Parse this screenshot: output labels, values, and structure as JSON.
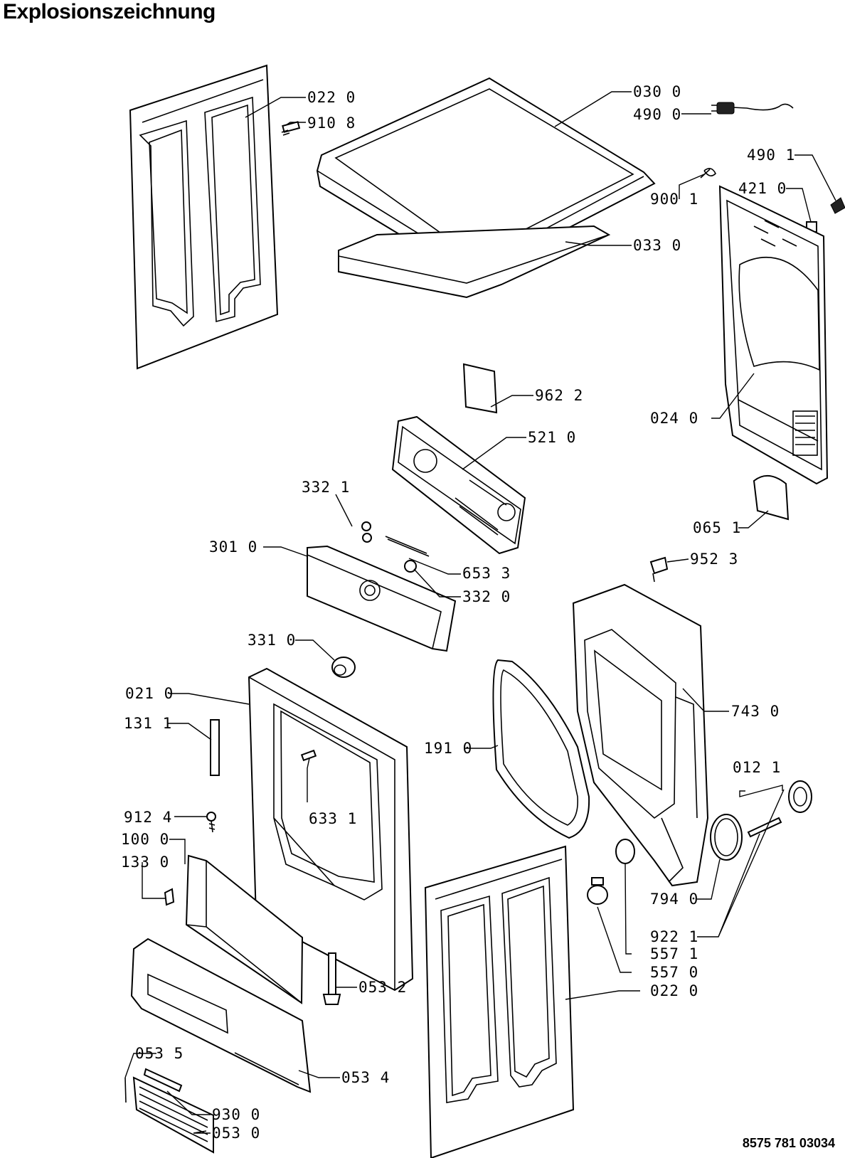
{
  "title": "Explosionszeichnung",
  "document_number": "8575 781 03034",
  "labels": [
    {
      "id": "p0220a",
      "text": "022 0"
    },
    {
      "id": "p9108",
      "text": "910 8"
    },
    {
      "id": "p0300",
      "text": "030 0"
    },
    {
      "id": "p4900",
      "text": "490 0"
    },
    {
      "id": "p4901",
      "text": "490 1"
    },
    {
      "id": "p4210",
      "text": "421 0"
    },
    {
      "id": "p9001",
      "text": "900 1"
    },
    {
      "id": "p0330",
      "text": "033 0"
    },
    {
      "id": "p9622",
      "text": "962 2"
    },
    {
      "id": "p5210",
      "text": "521 0"
    },
    {
      "id": "p0240",
      "text": "024 0"
    },
    {
      "id": "p3321",
      "text": "332 1"
    },
    {
      "id": "p0651",
      "text": "065 1"
    },
    {
      "id": "p9523",
      "text": "952 3"
    },
    {
      "id": "p6533",
      "text": "653 3"
    },
    {
      "id": "p3010",
      "text": "301 0"
    },
    {
      "id": "p3320",
      "text": "332 0"
    },
    {
      "id": "p3310",
      "text": "331 0"
    },
    {
      "id": "p0210",
      "text": "021 0"
    },
    {
      "id": "p7430",
      "text": "743 0"
    },
    {
      "id": "p1311",
      "text": "131 1"
    },
    {
      "id": "p1910",
      "text": "191 0"
    },
    {
      "id": "p0121",
      "text": "012 1"
    },
    {
      "id": "p6331",
      "text": "633 1"
    },
    {
      "id": "p9124",
      "text": "912 4"
    },
    {
      "id": "p1000",
      "text": "100 0"
    },
    {
      "id": "p1330",
      "text": "133 0"
    },
    {
      "id": "p7940",
      "text": "794 0"
    },
    {
      "id": "p9221",
      "text": "922 1"
    },
    {
      "id": "p5571",
      "text": "557 1"
    },
    {
      "id": "p5570",
      "text": "557 0"
    },
    {
      "id": "p0532",
      "text": "053 2"
    },
    {
      "id": "p0220b",
      "text": "022 0"
    },
    {
      "id": "p0535",
      "text": "053 5"
    },
    {
      "id": "p0534",
      "text": "053 4"
    },
    {
      "id": "p9300",
      "text": "930 0"
    },
    {
      "id": "p0530",
      "text": "053 0"
    }
  ]
}
